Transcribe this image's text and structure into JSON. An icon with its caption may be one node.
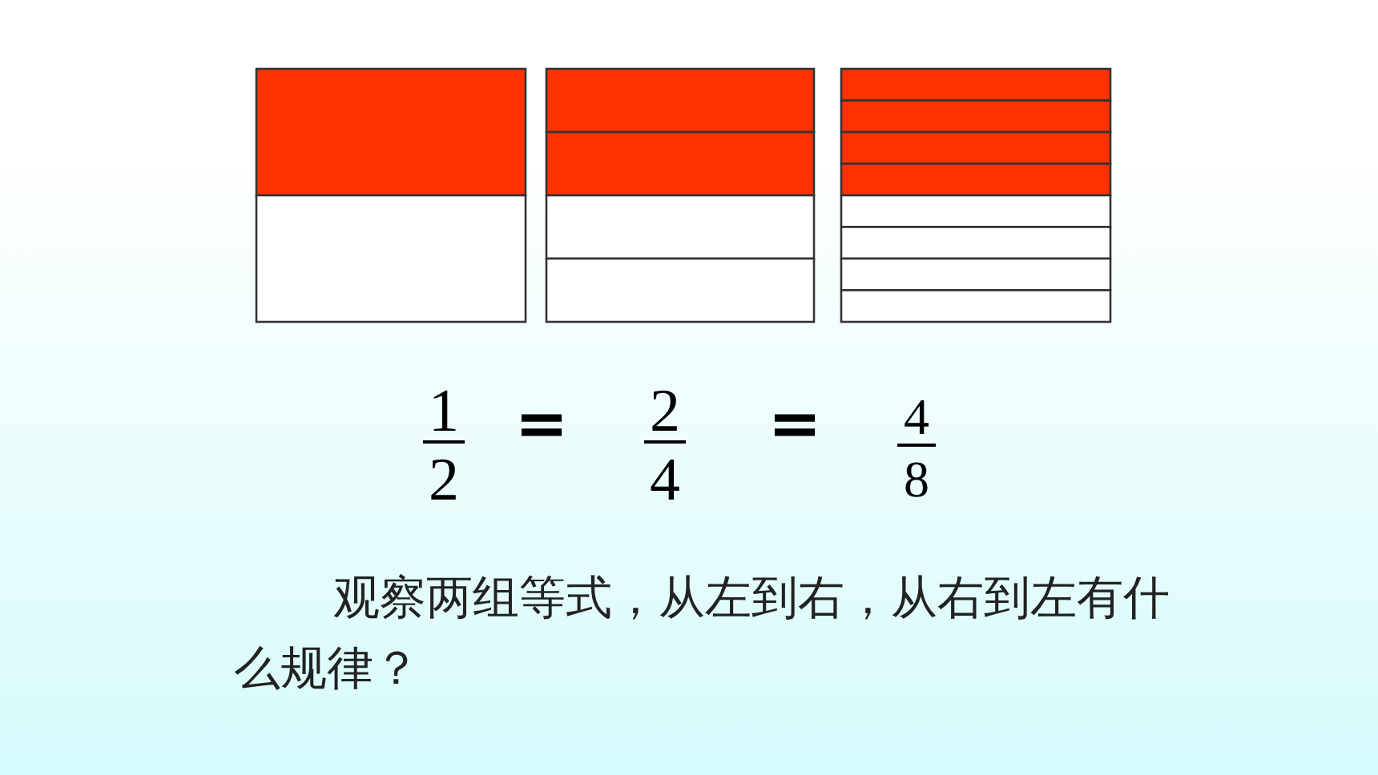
{
  "diagram": {
    "labels": [
      "1",
      "2",
      "=",
      "2",
      "4",
      "=",
      "4",
      "8",
      "观察两组等式，从左到右，从右到左有什么规律？"
    ]
  }
}
